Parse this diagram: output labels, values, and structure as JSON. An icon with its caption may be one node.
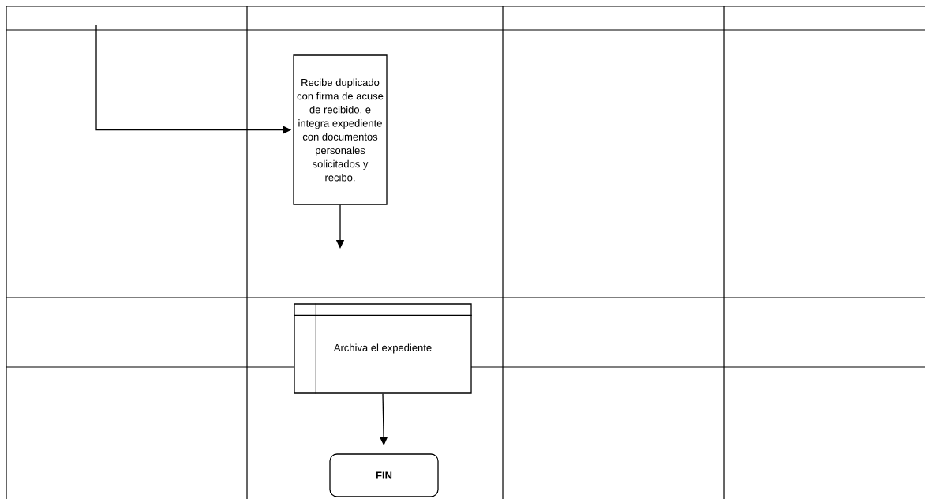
{
  "diagram": {
    "nodes": [
      {
        "text": [
          "Recibe duplicado con firma de acuse de recibido, e integra expediente con documentos personales solicitados y recibo."
        ]
      },
      {
        "text": [
          "Archiva el expediente"
        ]
      },
      {
        "text": [
          "**FIN**"
        ]
      }
    ],
    "edges": [
      {
        "from": null,
        "to": 0,
        "arrow": "to"
      },
      {
        "from": 0,
        "to": null,
        "arrow": "to"
      },
      {
        "from": 1,
        "to": 2,
        "arrow": "to"
      }
    ]
  }
}
